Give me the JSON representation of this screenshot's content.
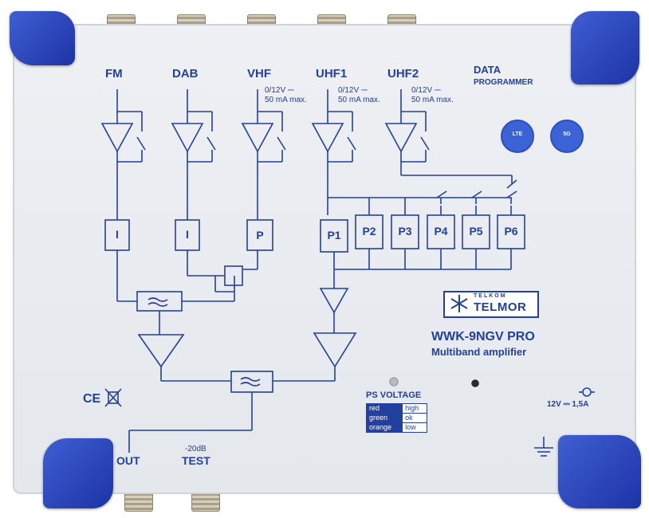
{
  "device": {
    "model": "WWK-9NGV PRO",
    "subtitle": "Multiband amplifier",
    "brand_top": "TELKOM",
    "brand": "TELMOR"
  },
  "inputs": {
    "fm": "FM",
    "dab": "DAB",
    "vhf": "VHF",
    "uhf1": "UHF1",
    "uhf2": "UHF2",
    "data": "DATA",
    "programmer": "PROGRAMMER",
    "voltage_line1": "0/12V ⎓",
    "voltage_line2": "50 mA max."
  },
  "blocks": {
    "i_label": "I",
    "p_label": "P",
    "p1": "P1",
    "p2": "P2",
    "p3": "P3",
    "p4": "P4",
    "p5": "P5",
    "p6": "P6"
  },
  "badges": {
    "lte": "LTE",
    "fiveg": "5G"
  },
  "outputs": {
    "out": "OUT",
    "test_db": "-20dB",
    "test": "TEST"
  },
  "ps_voltage": {
    "title": "PS VOLTAGE",
    "rows": [
      {
        "color": "red",
        "value": "high"
      },
      {
        "color": "green",
        "value": "ok"
      },
      {
        "color": "orange",
        "value": "low"
      }
    ]
  },
  "power": {
    "rating": "12V ⎓ 1,5A"
  },
  "marks": {
    "ce": "CE"
  },
  "colors": {
    "ink": "#23409f",
    "clip": "#2a45b8",
    "panel": "#e9ebef"
  },
  "icons": [
    "lte-badge-icon",
    "5g-badge-icon",
    "dc-plug-icon",
    "ground-icon",
    "weee-bin-icon",
    "ce-mark-icon",
    "filter-icon",
    "amplifier-icon",
    "switch-icon"
  ]
}
